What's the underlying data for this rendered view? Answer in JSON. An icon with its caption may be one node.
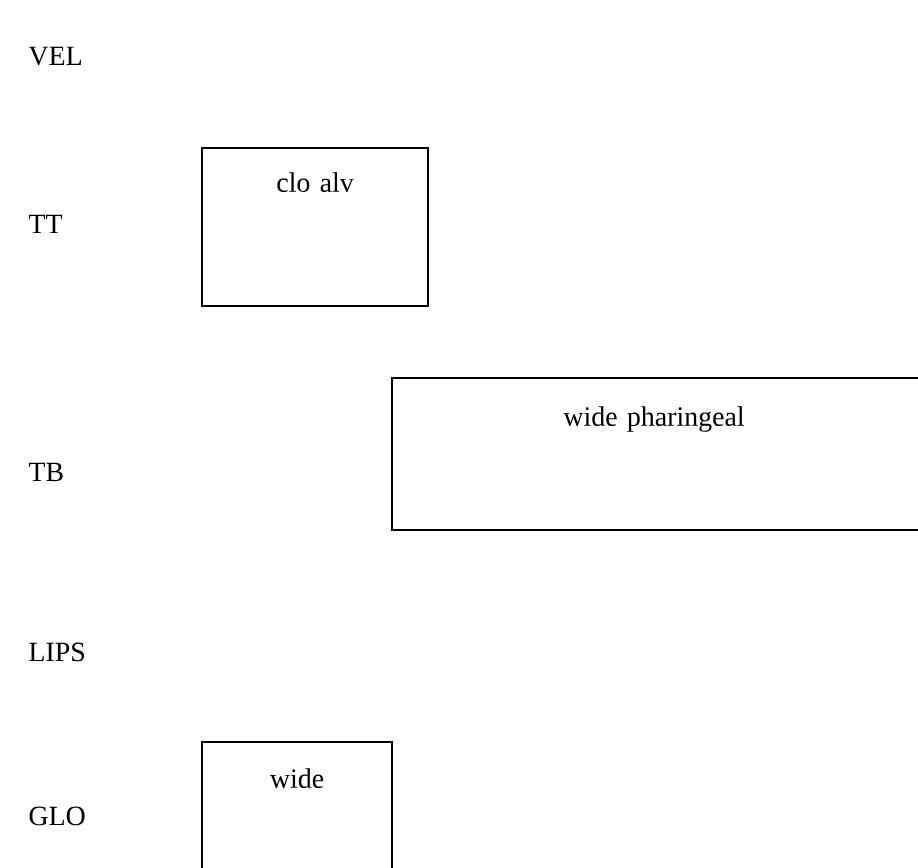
{
  "diagram": {
    "nodes": [
      {
        "text": [
          "clo alv"
        ]
      },
      {
        "text": [
          "wide pharingeal"
        ]
      },
      {
        "text": [
          "wide"
        ]
      }
    ],
    "edges": [],
    "labels": [
      "VEL",
      "TT",
      "TB",
      "LIPS",
      "GLO"
    ]
  }
}
